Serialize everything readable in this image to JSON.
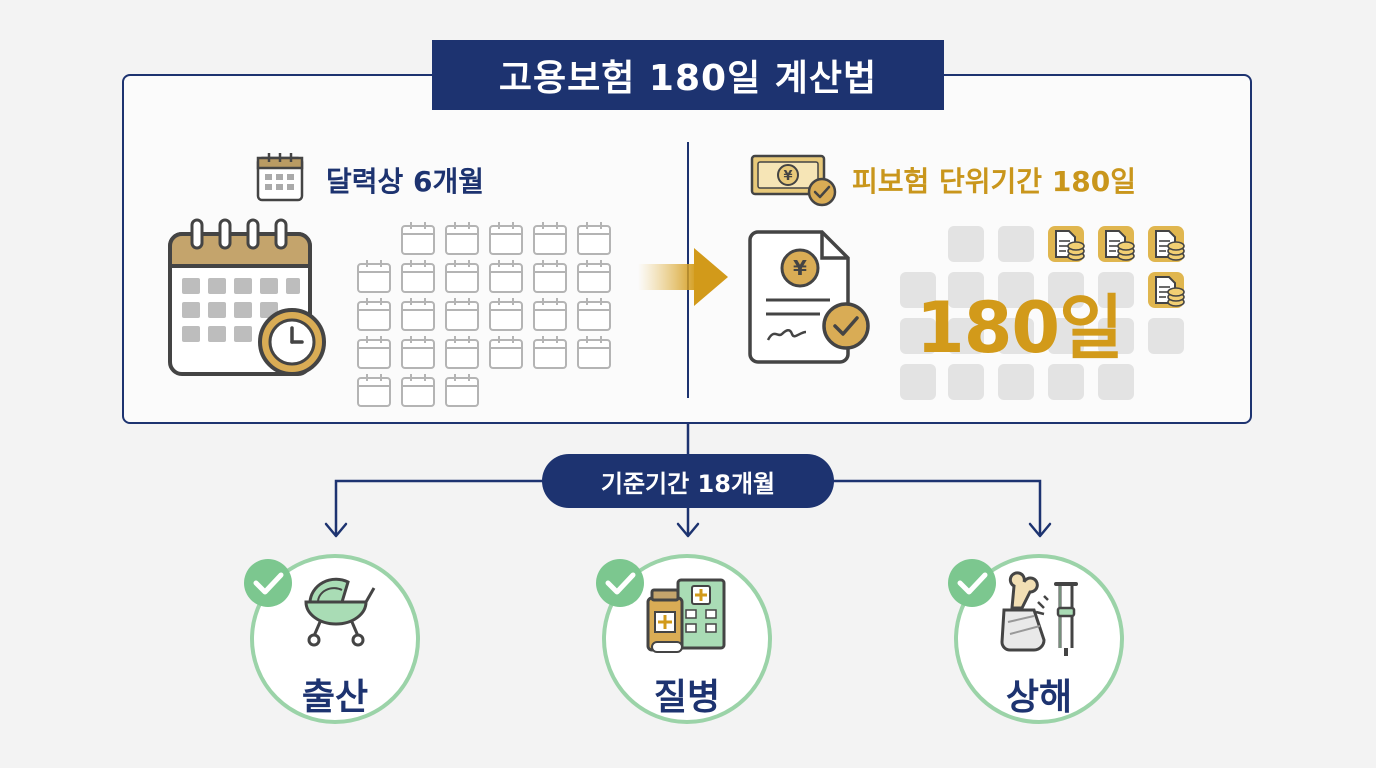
{
  "title": "고용보험 180일 계산법",
  "left_panel": {
    "heading": "달력상 6개월"
  },
  "right_panel": {
    "heading": "피보험 단위기간 180일",
    "big_value": "180일"
  },
  "connector": {
    "label": "기준기간 18개월"
  },
  "categories": [
    {
      "label": "출산",
      "icon": "baby-stroller-icon"
    },
    {
      "label": "질병",
      "icon": "medicine-hospital-icon"
    },
    {
      "label": "상해",
      "icon": "bone-crutch-icon"
    }
  ],
  "colors": {
    "navy": "#1d3370",
    "gold": "#c9961c",
    "mint": "#9bd3a8",
    "check_green": "#7cc78f"
  },
  "icons": {
    "calendar": "calendar-clock-icon",
    "money": "money-check-icon",
    "document": "yen-document-icon",
    "arrow": "right-arrow-icon"
  }
}
